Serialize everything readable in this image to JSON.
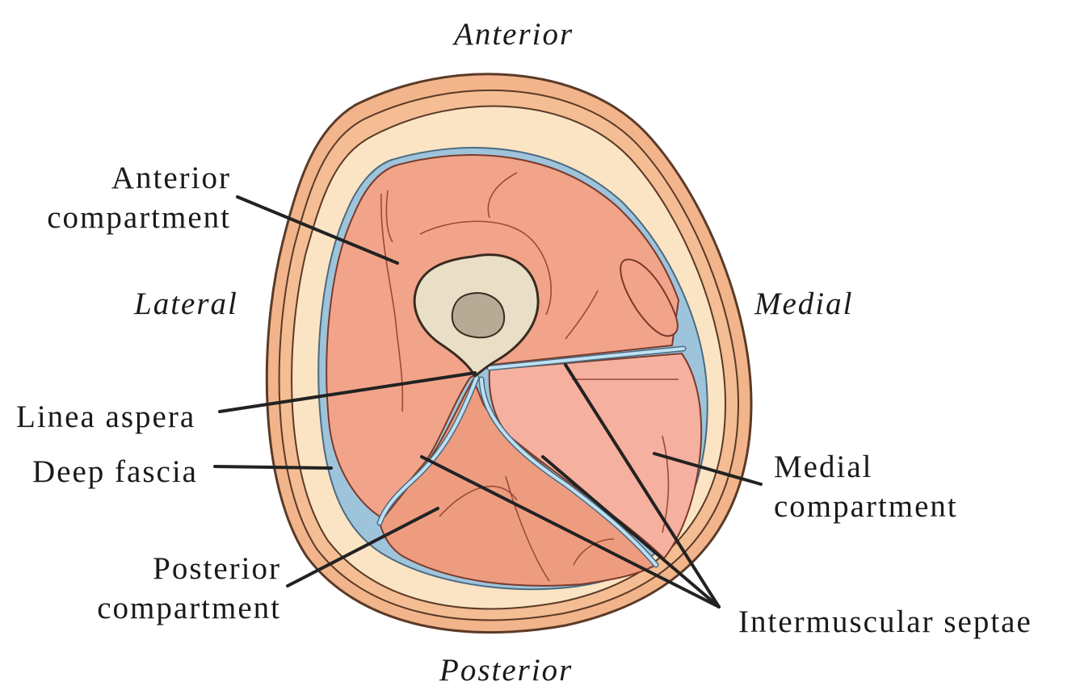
{
  "orientation": {
    "anterior": "Anterior",
    "posterior": "Posterior",
    "lateral": "Lateral",
    "medial": "Medial"
  },
  "labels": {
    "anterior_compartment": [
      "Anterior",
      "compartment"
    ],
    "linea_aspera": "Linea aspera",
    "deep_fascia": "Deep fascia",
    "posterior_compartment": [
      "Posterior",
      "compartment"
    ],
    "medial_compartment": [
      "Medial",
      "compartment"
    ],
    "intermuscular_septae": "Intermuscular septae"
  },
  "colors": {
    "skin": "#f2b48a",
    "subcutaneous_fat": "#fbe4c4",
    "muscle": "#f2a48a",
    "muscle_medial": "#f5b0a0",
    "muscle_posterior": "#ee9c80",
    "fascia": "#9ec4dc",
    "bone_cortex": "#e9dfc6",
    "bone_marrow": "#b8ab96",
    "outline": "#4a3024",
    "leader_line": "#222222"
  }
}
